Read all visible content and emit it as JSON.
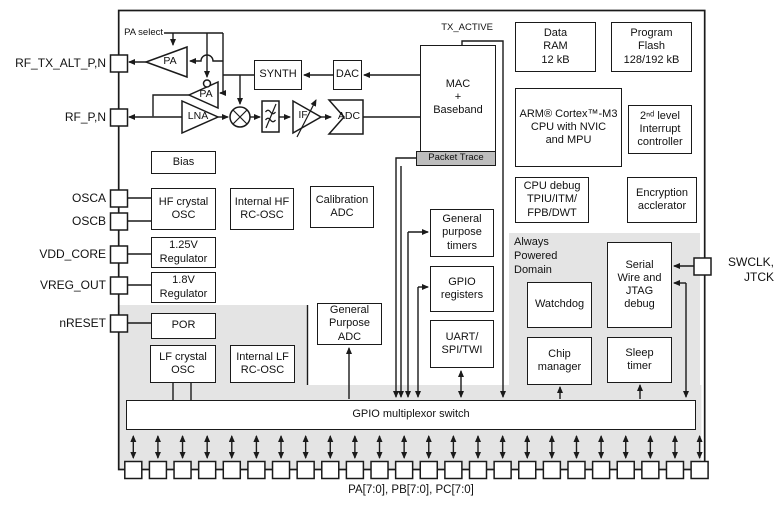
{
  "colors": {
    "line": "#1a1a1a",
    "domain_gray": "#e4e4e4",
    "packet_trace_bg": "#bdbdbd",
    "box_bg": "#ffffff"
  },
  "labels": {
    "pa_select": "PA select",
    "tx_active": "TX_ACTIVE",
    "packet_trace": "Packet Trace",
    "always_powered_domain": "Always\nPowered\nDomain",
    "gpio_mux": "GPIO multiplexor switch",
    "bottom_pins": "PA[7:0], PB[7:0], PC[7:0]",
    "swclk": "SWCLK,\nJTCK"
  },
  "pins": {
    "left": [
      "RF_TX_ALT_P,N",
      "RF_P,N",
      "OSCA",
      "OSCB",
      "VDD_CORE",
      "VREG_OUT",
      "nRESET"
    ]
  },
  "rf": {
    "pa1": "PA",
    "pa2": "PA",
    "lna": "LNA",
    "if_amp": "IF",
    "adc": "ADC",
    "synth": "SYNTH",
    "dac": "DAC",
    "bias": "Bias"
  },
  "blocks": {
    "mac": "MAC\n+\nBaseband",
    "data_ram": "Data\nRAM\n12 kB",
    "program_flash": "Program\nFlash\n128/192 kB",
    "arm_cpu": "ARM® Cortex™-M3\nCPU with NVIC\nand MPU",
    "interrupt_controller": "2ⁿᵈ level\nInterrupt\ncontroller",
    "cpu_debug": "CPU debug\nTPIU/ITM/\nFPB/DWT",
    "encryption": "Encryption\nacclerator",
    "hf_crystal_osc": "HF crystal\nOSC",
    "internal_hf_rc_osc": "Internal HF\nRC-OSC",
    "calibration_adc": "Calibration\nADC",
    "regulator_125": "1.25V\nRegulator",
    "regulator_18": "1.8V\nRegulator",
    "por": "POR",
    "lf_crystal_osc": "LF crystal\nOSC",
    "internal_lf_rc_osc": "Internal LF\nRC-OSC",
    "general_purpose_adc": "General\nPurpose\nADC",
    "general_purpose_timers": "General\npurpose\ntimers",
    "gpio_registers": "GPIO\nregisters",
    "uart_spi_twi": "UART/\nSPI/TWI",
    "watchdog": "Watchdog",
    "serial_wire_jtag": "Serial\nWire and\nJTAG\ndebug",
    "chip_manager": "Chip\nmanager",
    "sleep_timer": "Sleep\ntimer"
  },
  "gpio_pin_count": 24
}
